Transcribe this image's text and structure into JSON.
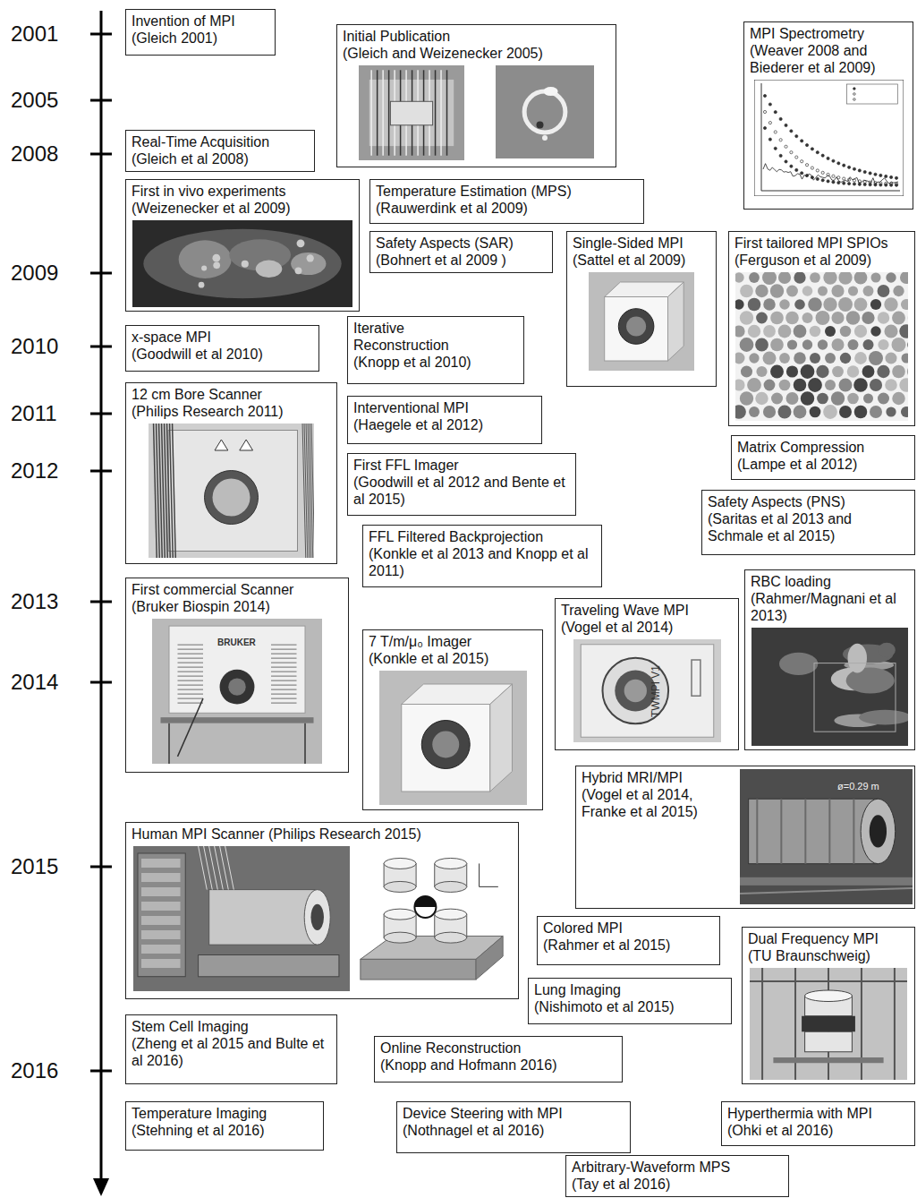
{
  "diagram": {
    "nodes": [
      {
        "text": [
          "Invention of MPI",
          "(Gleich 2001)"
        ]
      },
      {
        "text": [
          "Initial Publication",
          "(Gleich and Weizenecker 2005)"
        ]
      },
      {
        "text": [
          "MPI Spectrometry",
          "(Weaver 2008 and Biederer et al 2009)"
        ]
      },
      {
        "text": [
          "Real-Time Acquisition",
          "(Gleich et al 2008)"
        ]
      },
      {
        "text": [
          "First in vivo experiments",
          "(Weizenecker et al 2009)"
        ]
      },
      {
        "text": [
          "Temperature Estimation (MPS)",
          "(Rauwerdink et al 2009)"
        ]
      },
      {
        "text": [
          "Safety Aspects (SAR)",
          "(Bohnert et al 2009 )"
        ]
      },
      {
        "text": [
          "Single-Sided MPI",
          "(Sattel et al 2009)"
        ]
      },
      {
        "text": [
          "First tailored MPI SPIOs",
          "(Ferguson et al 2009)"
        ]
      },
      {
        "text": [
          "x-space MPI",
          "(Goodwill et al 2010)"
        ]
      },
      {
        "text": [
          "Iterative Reconstruction",
          "(Knopp et al 2010)"
        ]
      },
      {
        "text": [
          "12 cm Bore Scanner",
          "(Philips Research 2011)"
        ]
      },
      {
        "text": [
          "Interventional MPI",
          "(Haegele et al 2012)"
        ]
      },
      {
        "text": [
          "Matrix Compression",
          "(Lampe et al 2012)"
        ]
      },
      {
        "text": [
          "First FFL Imager",
          "(Goodwill et al 2012 and Bente et al 2015)"
        ]
      },
      {
        "text": [
          "Safety Aspects (PNS)",
          "(Saritas et al 2013 and Schmale et al 2015)"
        ]
      },
      {
        "text": [
          "FFL Filtered Backprojection",
          "(Konkle et al 2013 and Knopp et al 2011)"
        ]
      },
      {
        "text": [
          "First commercial Scanner",
          "(Bruker Biospin 2014)"
        ]
      },
      {
        "text": [
          "RBC loading",
          "(Rahmer/Magnani et al 2013)"
        ]
      },
      {
        "text": [
          "Traveling Wave MPI",
          "(Vogel et al 2014)"
        ]
      },
      {
        "text": [
          "7 T/m/μ₀ Imager",
          "(Konkle et al 2015)"
        ]
      },
      {
        "text": [
          "Hybrid MRI/MPI",
          "(Vogel et al 2014, Franke et al 2015)"
        ]
      },
      {
        "text": [
          "Human MPI Scanner (Philips Research 2015)"
        ]
      },
      {
        "text": [
          "Colored MPI",
          "(Rahmer et al 2015)"
        ]
      },
      {
        "text": [
          "Dual Frequency MPI",
          "(TU Braunschweig)"
        ]
      },
      {
        "text": [
          "Lung Imaging",
          "(Nishimoto et al 2015)"
        ]
      },
      {
        "text": [
          "Stem Cell Imaging",
          "(Zheng et al 2015 and Bulte et al 2016)"
        ]
      },
      {
        "text": [
          "Online Reconstruction",
          "(Knopp and Hofmann 2016)"
        ]
      },
      {
        "text": [
          "Temperature Imaging",
          "(Stehning et al 2016)"
        ]
      },
      {
        "text": [
          "Device Steering with MPI",
          "(Nothnagel et al 2016)"
        ]
      },
      {
        "text": [
          "Hyperthermia with MPI",
          "(Ohki et al 2016)"
        ]
      },
      {
        "text": [
          "Arbitrary-Waveform MPS",
          "(Tay et al 2016)"
        ]
      }
    ],
    "labels": [
      "2001",
      "2005",
      "2008",
      "2009",
      "2010",
      "2011",
      "2012",
      "2013",
      "2014",
      "2015",
      "2016",
      "BRUKER",
      "TWMPI V1",
      "ø=0.29 m"
    ]
  }
}
